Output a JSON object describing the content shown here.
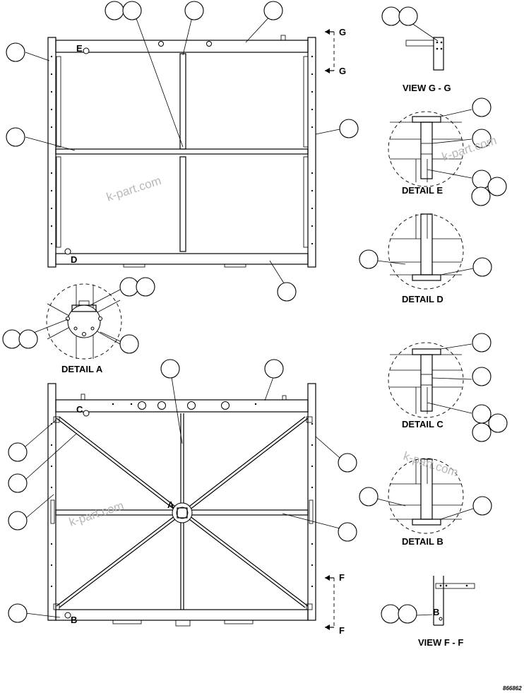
{
  "labels": {
    "view_g": "VIEW G - G",
    "detail_e": "DETAIL E",
    "detail_d": "DETAIL D",
    "detail_a": "DETAIL A",
    "detail_c": "DETAIL C",
    "detail_b": "DETAIL B",
    "view_f": "VIEW F - F",
    "ref_e": "E",
    "ref_d": "D",
    "ref_c": "C",
    "ref_b": "B",
    "ref_a": "A",
    "ref_b_small": "B",
    "g_top": "G",
    "g_bottom": "G",
    "f_top": "F",
    "f_bottom": "F"
  },
  "watermarks": [
    "k-part.com",
    "k-part.com",
    "k-part.com",
    "k-part.com"
  ],
  "drawing_number": "866862"
}
